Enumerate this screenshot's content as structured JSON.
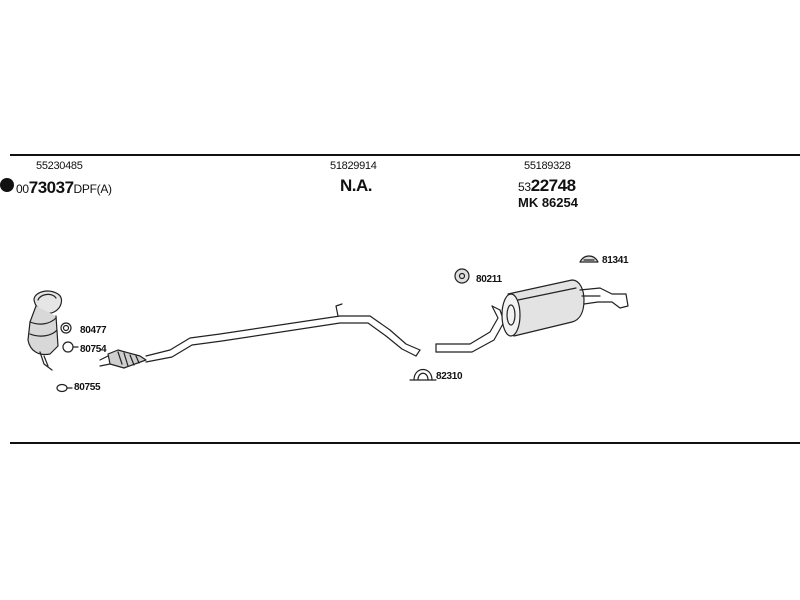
{
  "columns": [
    {
      "part_number": "55230485",
      "code_prefix": "00",
      "code_main": "73037",
      "code_suffix": "DPF(A)"
    },
    {
      "part_number": "51829914",
      "code_main": "N.A."
    },
    {
      "part_number": "55189328",
      "code_prefix": "53",
      "code_main": "22748",
      "alt_code": "MK  86254"
    }
  ],
  "callouts": {
    "c80477": "80477",
    "c80754": "80754",
    "c80755": "80755",
    "c80211": "80211",
    "c81341": "81341",
    "c82310": "82310"
  },
  "icons": [
    "gasket-icon",
    "clamp-icon",
    "hanger-icon",
    "rubber-mount-icon",
    "u-bolt-clamp-icon",
    "marker-dot-icon"
  ]
}
